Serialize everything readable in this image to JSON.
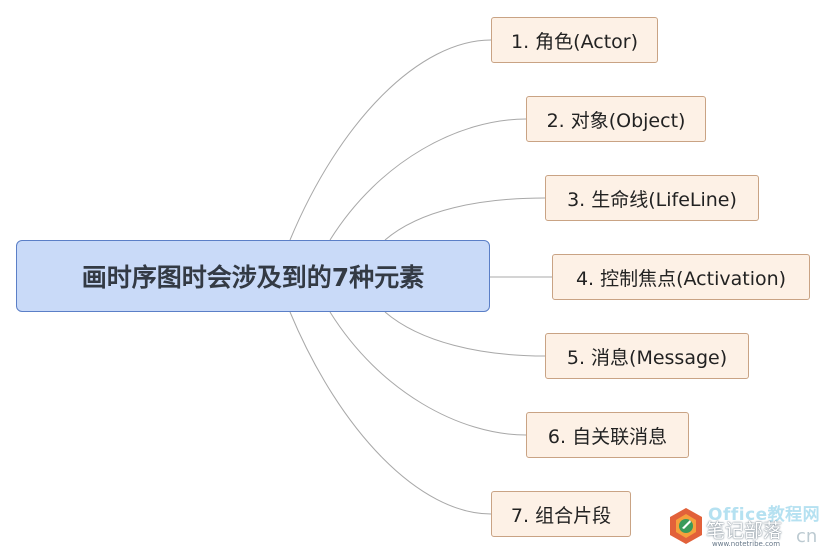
{
  "diagram": {
    "root": {
      "label": "画时序图时会涉及到的7种元素"
    },
    "branches": [
      {
        "label": "1. 角色(Actor)"
      },
      {
        "label": "2. 对象(Object)"
      },
      {
        "label": "3. 生命线(LifeLine)"
      },
      {
        "label": "4. 控制焦点(Activation)"
      },
      {
        "label": "5. 消息(Message)"
      },
      {
        "label": "6. 自关联消息"
      },
      {
        "label": "7. 组合片段"
      }
    ]
  },
  "watermark": {
    "line1": "Office教程网",
    "line2": "笔记部落",
    "suffix": "cn",
    "url": "www.notetribe.com"
  },
  "colors": {
    "root_fill": "#c9daf8",
    "root_border": "#5b7fc7",
    "leaf_fill": "#fdf1e6",
    "leaf_border": "#c9a384",
    "connector": "#a8a8a8"
  }
}
